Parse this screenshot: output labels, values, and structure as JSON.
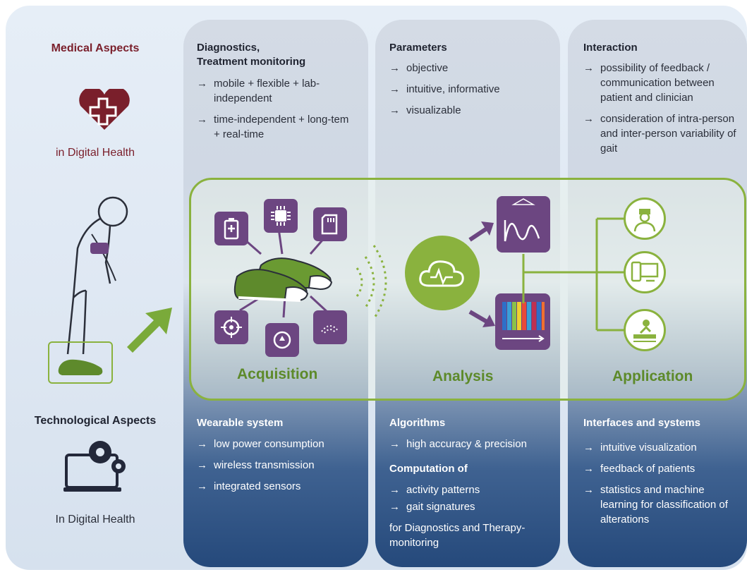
{
  "left": {
    "medical_title": "Medical Aspects",
    "medical_sub": "in Digital Health",
    "tech_title": "Technological Aspects",
    "tech_sub": "In Digital Health"
  },
  "col1": {
    "top_title_1": "Diagnostics,",
    "top_title_2": "Treatment monitoring",
    "top_items": [
      "mobile + flexible + lab-independent",
      "time-independent + long-tem + real-time"
    ],
    "bottom_title": "Wearable system",
    "bottom_items": [
      "low power consumption",
      "wireless transmission",
      "integrated sensors"
    ]
  },
  "col2": {
    "top_title": "Parameters",
    "top_items": [
      "objective",
      "intuitive, informative",
      "visualizable"
    ],
    "bottom_title": "Algorithms",
    "bottom_items": [
      "high accuracy & precision"
    ],
    "bottom_title_2": "Computation of",
    "bottom_items_2": [
      "activity patterns",
      "gait signatures"
    ],
    "bottom_note": "for Diagnostics and Therapy-monitoring"
  },
  "col3": {
    "top_title": "Interaction",
    "top_items": [
      "possibility of feedback / communication between patient and clinician",
      "consideration of intra-person and inter-person variability of gait"
    ],
    "bottom_title": "Interfaces and systems",
    "bottom_items": [
      "intuitive visualization",
      "feedback of patients",
      "statistics and machine learning for classification of alterations"
    ]
  },
  "phases": {
    "acquisition": "Acquisition",
    "analysis": "Analysis",
    "application": "Application"
  },
  "icons": [
    "heart-plus-icon",
    "laptop-gears-icon",
    "battery-icon",
    "chip-icon",
    "sd-card-icon",
    "target-icon",
    "rotation-icon",
    "pressure-sensor-icon",
    "cloud-signal-icon",
    "gait-curve-icon",
    "heatmap-icon",
    "clinician-icon",
    "devices-icon",
    "therapy-icon"
  ],
  "colors": {
    "medical_red": "#7a1f2b",
    "purple": "#6c4681",
    "green": "#8ab23e",
    "navy": "#25497b"
  }
}
